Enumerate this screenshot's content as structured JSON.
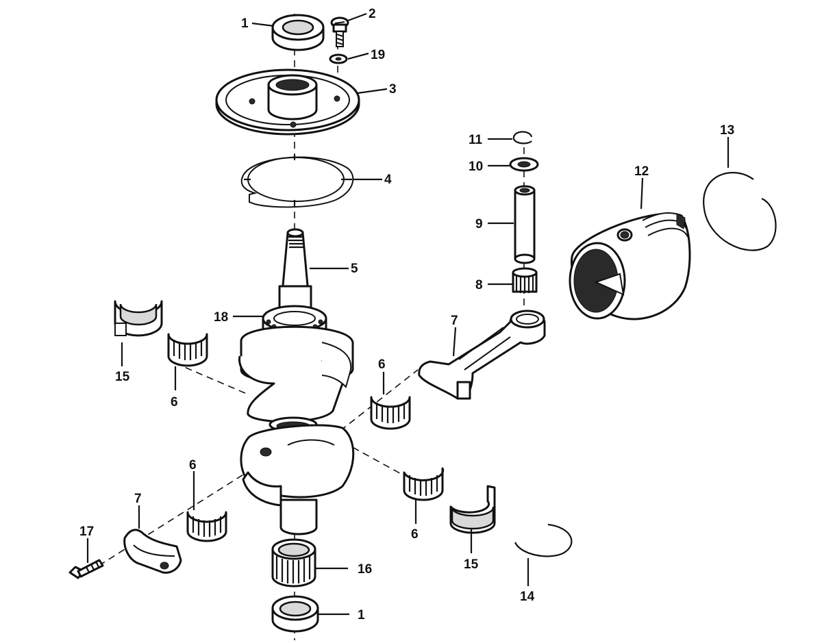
{
  "callouts": {
    "c1_top": "1",
    "c2": "2",
    "c19": "19",
    "c3": "3",
    "c4": "4",
    "c5": "5",
    "c11": "11",
    "c10": "10",
    "c9": "9",
    "c8": "8",
    "c12": "12",
    "c13": "13",
    "c18": "18",
    "c7_rod": "7",
    "c15_left": "15",
    "c6_left_upper": "6",
    "c6_mid": "6",
    "c6_lower_left": "6",
    "c7_cap": "7",
    "c17": "17",
    "c6_lower_right": "6",
    "c15_right": "15",
    "c14": "14",
    "c16": "16",
    "c1_bottom": "1"
  }
}
